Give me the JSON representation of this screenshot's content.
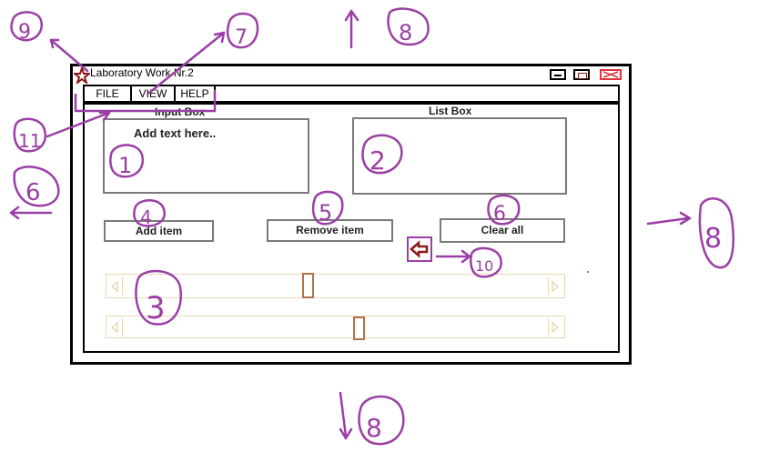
{
  "window": {
    "title": "Laboratory Work Nr.2",
    "icon": "star-icon",
    "controls": [
      "minimize-icon",
      "maximize-icon",
      "close-icon"
    ],
    "close_color": "#e0343a"
  },
  "menu": {
    "items": [
      "FILE",
      "VIEW",
      "HELP"
    ]
  },
  "input_box": {
    "label": "Input Box",
    "placeholder": "Add text here.."
  },
  "list_box": {
    "label": "List Box"
  },
  "buttons": {
    "add": "Add item",
    "remove": "Remove item",
    "clear": "Clear all"
  },
  "scrollbars": [
    {
      "orientation": "horizontal",
      "level": 0.45
    },
    {
      "orientation": "horizontal",
      "level": 0.55
    }
  ],
  "annotations": {
    "numbers": [
      "1",
      "2",
      "3",
      "4",
      "5",
      "6",
      "7",
      "8",
      "9",
      "10",
      "11"
    ],
    "color": "#9b3fa6"
  },
  "back_arrow_icon": {
    "name": "back-arrow-icon",
    "color": "#8b1a1a"
  }
}
